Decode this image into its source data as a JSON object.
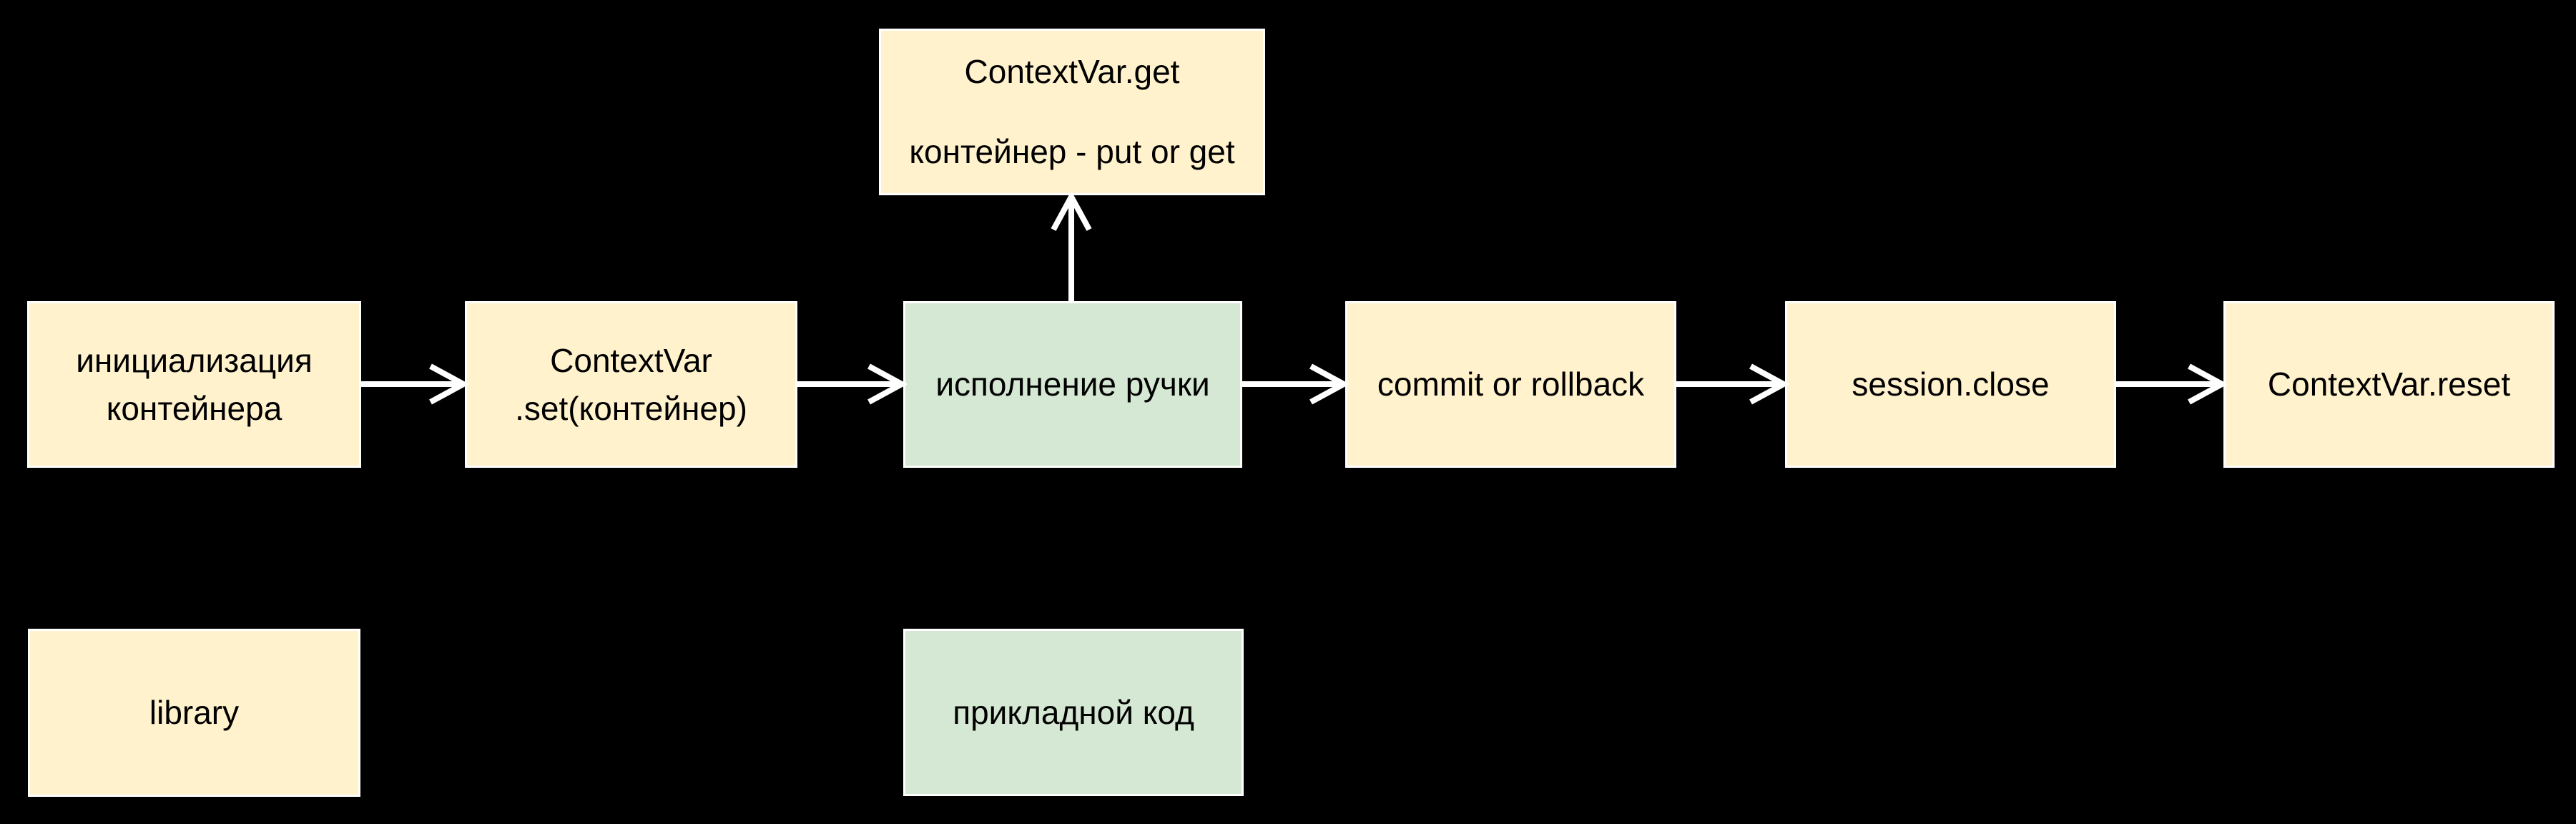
{
  "diagram": {
    "colors": {
      "background": "#000000",
      "note": "#FFF2CC",
      "accent": "#D5E8D4",
      "border": "#FFFFFF",
      "arrow": "#FFFFFF",
      "text": "#000000"
    },
    "nodes": {
      "get": {
        "line1": "ContextVar.get",
        "line2": "контейнер - put or get"
      },
      "init": {
        "line1": "инициализация",
        "line2": "контейнера"
      },
      "set": {
        "line1": "ContextVar",
        "line2": ".set(контейнер)"
      },
      "handler": {
        "label": "исполнение ручки"
      },
      "commit": {
        "label": "commit or rollback"
      },
      "close": {
        "label": "session.close"
      },
      "reset": {
        "label": "ContextVar.reset"
      },
      "library": {
        "label": "library"
      },
      "appcode": {
        "label": "прикладной код"
      }
    },
    "edges": [
      {
        "from": "init",
        "to": "set"
      },
      {
        "from": "set",
        "to": "handler"
      },
      {
        "from": "handler",
        "to": "commit"
      },
      {
        "from": "commit",
        "to": "close"
      },
      {
        "from": "close",
        "to": "reset"
      },
      {
        "from": "handler",
        "to": "get"
      }
    ]
  }
}
